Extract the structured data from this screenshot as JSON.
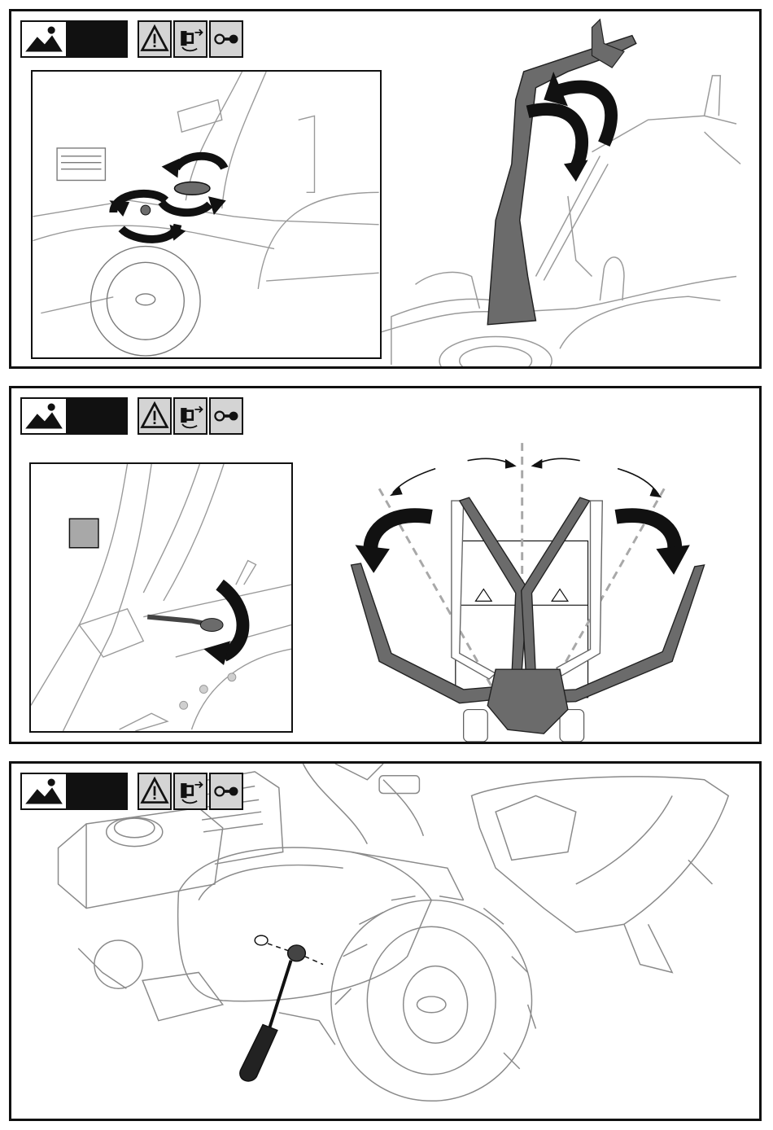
{
  "document": {
    "panels": [
      {
        "id": "panel-1",
        "subject": "handle-height-adjustment",
        "icons": [
          "photo-icon",
          "warning-triangle-icon",
          "unplug-spark-icon",
          "key-icon"
        ]
      },
      {
        "id": "panel-2",
        "subject": "handle-lateral-offset",
        "icons": [
          "photo-icon",
          "warning-triangle-icon",
          "unplug-spark-icon",
          "key-icon"
        ]
      },
      {
        "id": "panel-3",
        "subject": "screw-removal-on-transmission",
        "icons": [
          "photo-icon",
          "warning-triangle-icon",
          "unplug-spark-icon",
          "key-icon"
        ]
      }
    ],
    "colors": {
      "outline": "#111111",
      "line_art": "#9a9a9a",
      "handle_fill": "#6b6b6b",
      "icon_bg": "#d4d4d4",
      "marker": "#a8a8a8"
    }
  }
}
